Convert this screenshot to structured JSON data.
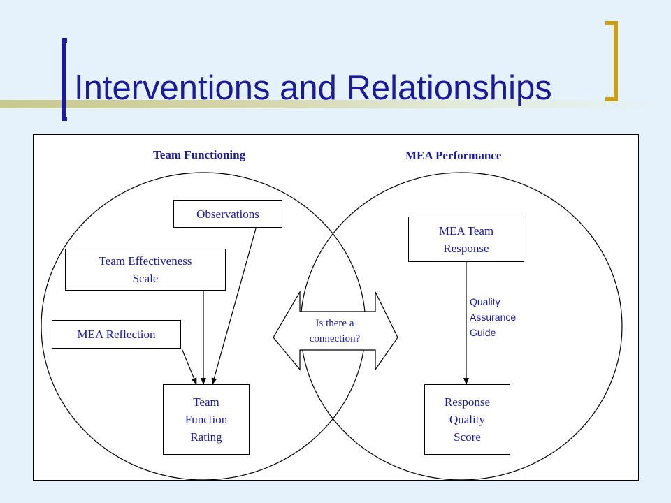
{
  "title": "Interventions and Relationships",
  "colors": {
    "title": "#1a1a9a",
    "left_bracket": "#1a1a9a",
    "right_bracket": "#c9a014",
    "background": "#e6f2fb"
  },
  "diagram": {
    "left_heading": "Team Functioning",
    "right_heading": "MEA Performance",
    "boxes": {
      "observations": "Observations",
      "team_effectiveness_scale": "Team Effectiveness\nScale",
      "mea_reflection": "MEA Reflection",
      "team_function_rating": "Team\nFunction\nRating",
      "mea_team_response": "MEA Team\nResponse",
      "response_quality_score": "Response\nQuality\nScore"
    },
    "connection_question": "Is there a\nconnection?",
    "edge_label": "Quality\nAssurance\nGuide"
  }
}
